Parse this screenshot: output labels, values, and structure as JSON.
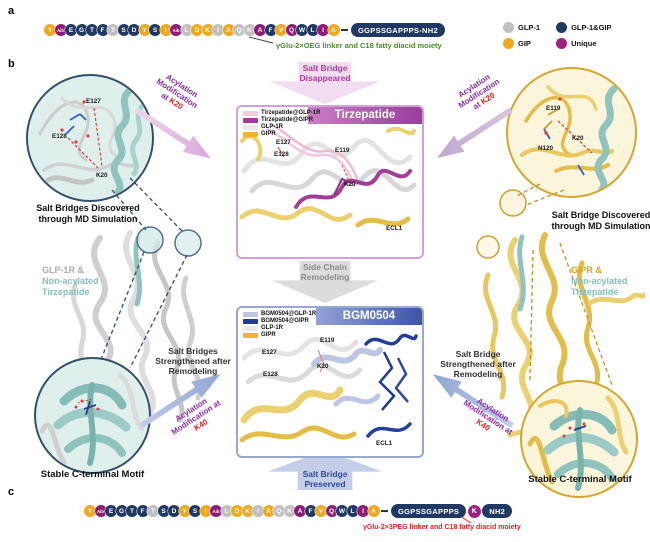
{
  "figure": {
    "panel_a_tag": "a",
    "panel_b_tag": "b",
    "panel_c_tag": "c"
  },
  "colors": {
    "gip": "#F0A81C",
    "glp": "#C0C0C0",
    "both": "#1F3864",
    "uni": "#8E1B78",
    "k40_circle": "#A21F86"
  },
  "panel_a": {
    "residues": [
      {
        "t": "Y",
        "c": "gip"
      },
      {
        "t": "Aib",
        "c": "uni"
      },
      {
        "t": "E",
        "c": "both"
      },
      {
        "t": "G",
        "c": "both"
      },
      {
        "t": "T",
        "c": "both"
      },
      {
        "t": "F",
        "c": "both"
      },
      {
        "t": "T",
        "c": "glp"
      },
      {
        "t": "S",
        "c": "both"
      },
      {
        "t": "D",
        "c": "both"
      },
      {
        "t": "Y",
        "c": "gip"
      },
      {
        "t": "S",
        "c": "both"
      },
      {
        "t": "I",
        "c": "gip"
      },
      {
        "t": "Aib",
        "c": "uni"
      },
      {
        "t": "L",
        "c": "glp"
      },
      {
        "t": "D",
        "c": "gip"
      },
      {
        "t": "K",
        "c": "gip"
      },
      {
        "t": "I",
        "c": "glp"
      },
      {
        "t": "A",
        "c": "gip"
      },
      {
        "t": "Q",
        "c": "glp"
      },
      {
        "t": "K",
        "c": "glp"
      },
      {
        "t": "A",
        "c": "uni"
      },
      {
        "t": "F",
        "c": "both"
      },
      {
        "t": "V",
        "c": "gip"
      },
      {
        "t": "Q",
        "c": "uni"
      },
      {
        "t": "W",
        "c": "both"
      },
      {
        "t": "L",
        "c": "both"
      },
      {
        "t": "I",
        "c": "uni"
      },
      {
        "t": "A",
        "c": "gip"
      }
    ],
    "tail_pill": "GGPSSGAPPPS-NH2",
    "linker_note": "γGlu-2×OEG linker and C18 fatty diacid moiety",
    "legend": [
      {
        "label": "GLP-1",
        "color": "#C0C0C0"
      },
      {
        "label": "GIP",
        "color": "#F0A81C"
      },
      {
        "label": "GLP-1&GIP",
        "color": "#1F3864"
      },
      {
        "label": "Unique",
        "color": "#9C1F82"
      }
    ]
  },
  "panel_b": {
    "top_arrow": {
      "line1": "Salt Bridge",
      "line2": "Disappeared"
    },
    "mid_arrow": {
      "line1": "Side Chain",
      "line2": "Remodeling"
    },
    "bottom_arrow": {
      "line1": "Salt Bridge",
      "line2": "Preserved"
    },
    "tirzepatide": {
      "title": "Tirzepatide",
      "legend": [
        {
          "label": "Tirzepatide@GLP-1R",
          "color": "#F4C9DC"
        },
        {
          "label": "Tirzepatide@GIPR",
          "color": "#A2399E"
        },
        {
          "label": "GLP-1R",
          "color": "#E9E9E9"
        },
        {
          "label": "GIPR",
          "color": "#F3B229"
        }
      ],
      "labels": {
        "e127": "E127",
        "e128": "E128",
        "e119": "E119",
        "k20": "K20",
        "ecl1": "ECL1"
      }
    },
    "bgm0504": {
      "title": "BGM0504",
      "legend": [
        {
          "label": "BGM0504@GLP-1R",
          "color": "#BCC5E4"
        },
        {
          "label": "BGM0504@GIPR",
          "color": "#1E3D96"
        },
        {
          "label": "GLP-1R",
          "color": "#E9E9E9"
        },
        {
          "label": "GIPR",
          "color": "#F3B229"
        }
      ],
      "labels": {
        "e127": "E127",
        "e128": "E128",
        "e119": "E119",
        "k20": "K20",
        "ecl1": "ECL1"
      }
    },
    "left": {
      "inset_top_caption": "Salt Bridges Discovered through MD Simulation",
      "inset_top_labels": {
        "e127": "E127",
        "e128": "E128",
        "k20": "K20"
      },
      "struct_line1": "GLP-1R &",
      "struct_line2": "Non-acylated",
      "struct_line3": "Tirzepatide",
      "arrow_top": {
        "line1": "Acylation",
        "line2": "Modification",
        "line3": "at",
        "site": "K20"
      },
      "strengthen": "Salt Bridges Strengthened after Remodeling",
      "arrow_bottom": {
        "line1": "Acylation",
        "line2": "Modification at",
        "site": "K40"
      },
      "inset_bottom_caption": "Stable C-terminal Motif"
    },
    "right": {
      "inset_top_caption": "Salt Bridge Discovered through MD Simulation",
      "inset_top_labels": {
        "e119": "E119",
        "n120": "N120",
        "k20": "K20"
      },
      "struct_line1": "GIPR &",
      "struct_line2": "Non-acylated",
      "struct_line3": "Tirzepatide",
      "arrow_top": {
        "line1": "Acylation",
        "line2": "Modification",
        "line3": "at",
        "site": "K20"
      },
      "strengthen": "Salt Bridge Strengthened after Remodeling",
      "arrow_bottom": {
        "line1": "Acylation",
        "line2": "Modification at",
        "site": "K40"
      },
      "inset_bottom_caption": "Stable C-terminal Motif"
    }
  },
  "panel_c": {
    "residues": [
      {
        "t": "Y",
        "c": "gip"
      },
      {
        "t": "Aib",
        "c": "uni"
      },
      {
        "t": "E",
        "c": "both"
      },
      {
        "t": "G",
        "c": "both"
      },
      {
        "t": "T",
        "c": "both"
      },
      {
        "t": "F",
        "c": "both"
      },
      {
        "t": "T",
        "c": "glp"
      },
      {
        "t": "S",
        "c": "both"
      },
      {
        "t": "D",
        "c": "both"
      },
      {
        "t": "Y",
        "c": "gip"
      },
      {
        "t": "S",
        "c": "both"
      },
      {
        "t": "I",
        "c": "gip"
      },
      {
        "t": "Aib",
        "c": "uni"
      },
      {
        "t": "L",
        "c": "glp"
      },
      {
        "t": "D",
        "c": "gip"
      },
      {
        "t": "K",
        "c": "gip"
      },
      {
        "t": "I",
        "c": "glp"
      },
      {
        "t": "A",
        "c": "gip"
      },
      {
        "t": "Q",
        "c": "glp"
      },
      {
        "t": "K",
        "c": "glp"
      },
      {
        "t": "A",
        "c": "uni"
      },
      {
        "t": "F",
        "c": "both"
      },
      {
        "t": "V",
        "c": "gip"
      },
      {
        "t": "Q",
        "c": "uni"
      },
      {
        "t": "W",
        "c": "both"
      },
      {
        "t": "L",
        "c": "both"
      },
      {
        "t": "I",
        "c": "uni"
      },
      {
        "t": "A",
        "c": "gip"
      }
    ],
    "tail_pill": "GGPSSGAPPPS",
    "tail_k": "K",
    "tail_nh2": "NH2",
    "linker_note": "γGlu-2×3PEG linker and C18 fatty diacid moiety"
  }
}
